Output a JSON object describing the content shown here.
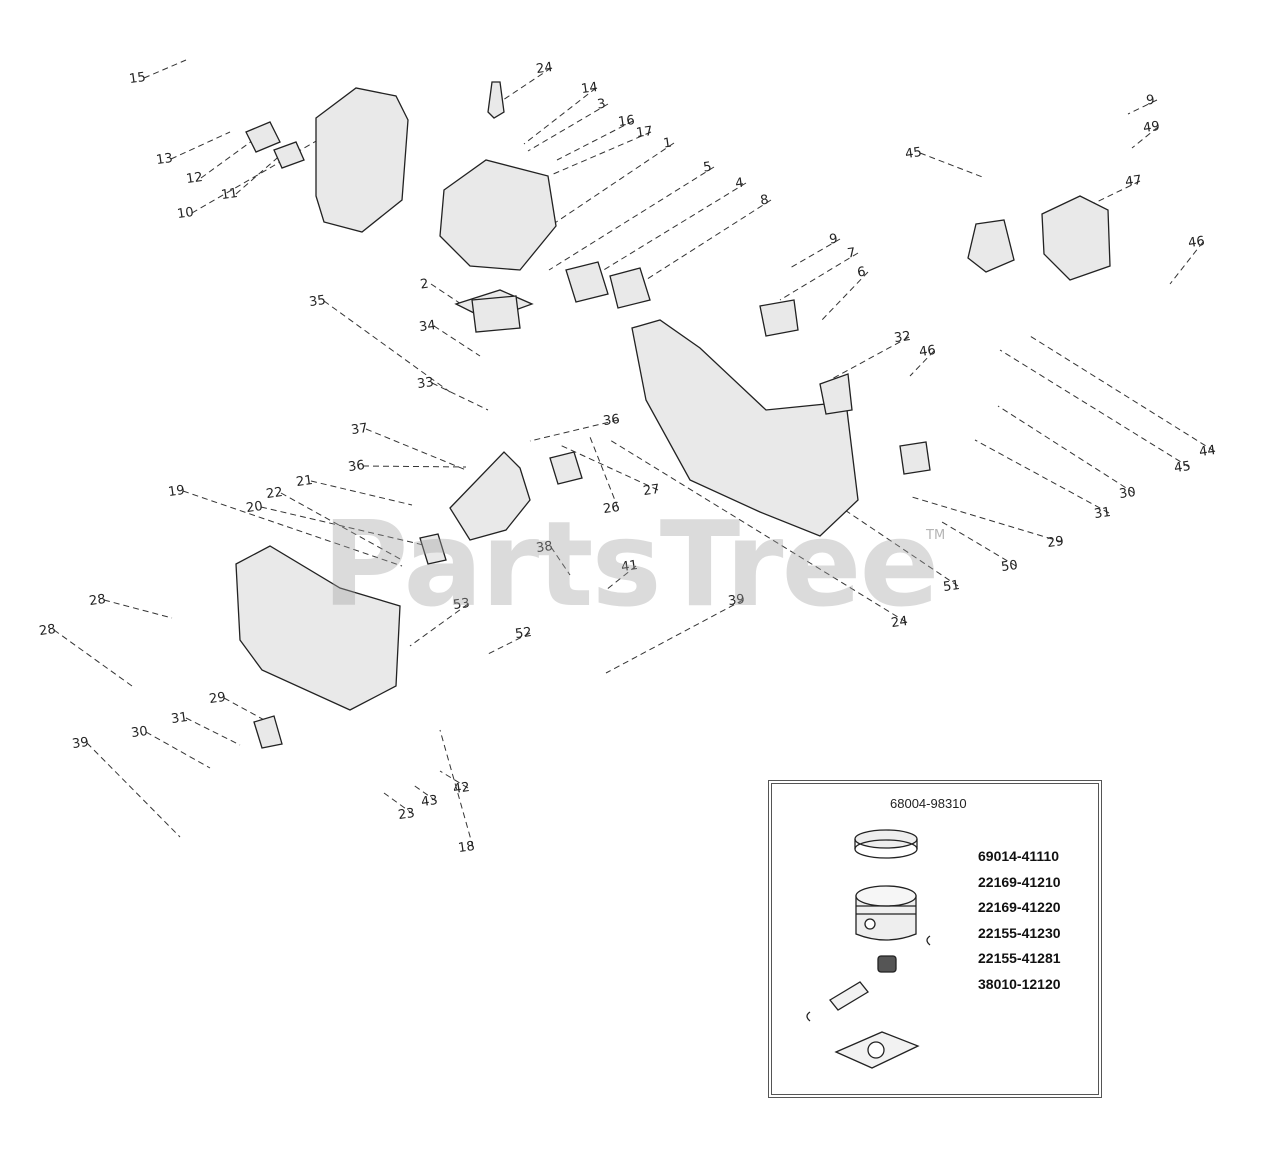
{
  "watermark": {
    "text": "PartsTree",
    "trademark": "TM"
  },
  "callouts": [
    "15",
    "13",
    "12",
    "11",
    "10",
    "24",
    "14",
    "3",
    "16",
    "17",
    "1",
    "5",
    "4",
    "8",
    "2",
    "34",
    "35",
    "33",
    "37",
    "36",
    "21",
    "36",
    "19",
    "20",
    "22",
    "38",
    "28",
    "28",
    "29",
    "31",
    "30",
    "39",
    "23",
    "43",
    "42",
    "18",
    "53",
    "52",
    "27",
    "26",
    "41",
    "39",
    "9",
    "7",
    "6",
    "32",
    "46",
    "45",
    "9",
    "49",
    "47",
    "46",
    "44",
    "45",
    "30",
    "31",
    "29",
    "50",
    "51",
    "24"
  ],
  "kit": {
    "kit_number": "68004-98310",
    "part_numbers": [
      "69014-41110",
      "22169-41210",
      "22169-41220",
      "22155-41230",
      "22155-41281",
      "38010-12120"
    ]
  }
}
